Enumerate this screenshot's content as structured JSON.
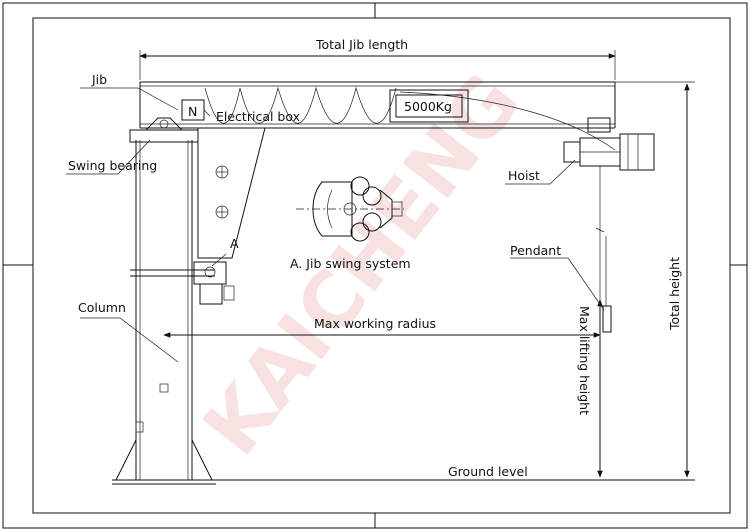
{
  "labels": {
    "total_jib_length": "Total Jib length",
    "jib": "Jib",
    "electrical_box": "Electrical box",
    "capacity": "5000Kg",
    "swing_bearing": "Swing bearing",
    "hoist": "Hoist",
    "jib_swing_system": "A. Jib swing system",
    "detail_marker": "A",
    "pendant": "Pendant",
    "total_height": "Total height",
    "column": "Column",
    "max_working_radius": "Max working radius",
    "max_lifting_height": "Max lifting height",
    "ground_level": "Ground level",
    "electrical_symbol": "N"
  },
  "watermark": {
    "text": "KAICHENG",
    "color": "#f3c9c9"
  },
  "colors": {
    "line": "#111111",
    "background": "#ffffff"
  }
}
